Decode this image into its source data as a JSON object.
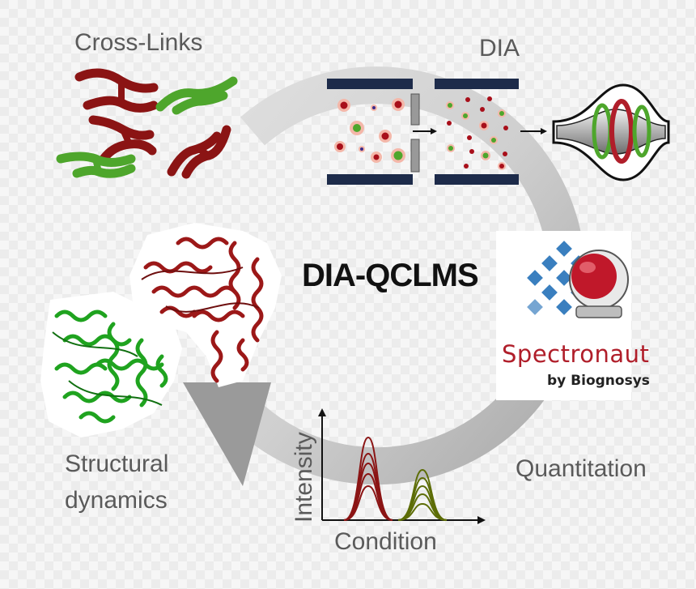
{
  "title": "DIA-QCLMS",
  "labels": {
    "cross_links": "Cross-Links",
    "dia": "DIA",
    "quantitation": "Quantitation",
    "structural_line1": "Structural",
    "structural_line2": "dynamics"
  },
  "software": {
    "name": "Spectronaut",
    "vendor": "by Biognosys"
  },
  "chart": {
    "ylabel": "Intensity",
    "xlabel": "Condition"
  },
  "colors": {
    "red": "#8b1414",
    "green": "#4ea62c",
    "olive": "#5d6d07",
    "navy": "#1d2b4a",
    "arrow": "#c8c8c8",
    "logo_blue": "#3a7fbf"
  }
}
